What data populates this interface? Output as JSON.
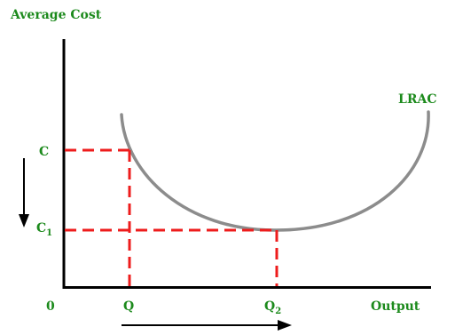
{
  "labels": {
    "y_axis": "Average Cost",
    "x_axis": "Output",
    "curve": "LRAC",
    "origin": "0",
    "cost_high": "C",
    "cost_low": "C",
    "cost_low_sub": "1",
    "quantity_low": "Q",
    "quantity_high": "Q",
    "quantity_high_sub": "2"
  },
  "colors": {
    "label": "#1c8a1c",
    "axis": "#000000",
    "curve": "#8c8c8c",
    "guide": "#ee1c1c",
    "arrow": "#000000"
  }
}
